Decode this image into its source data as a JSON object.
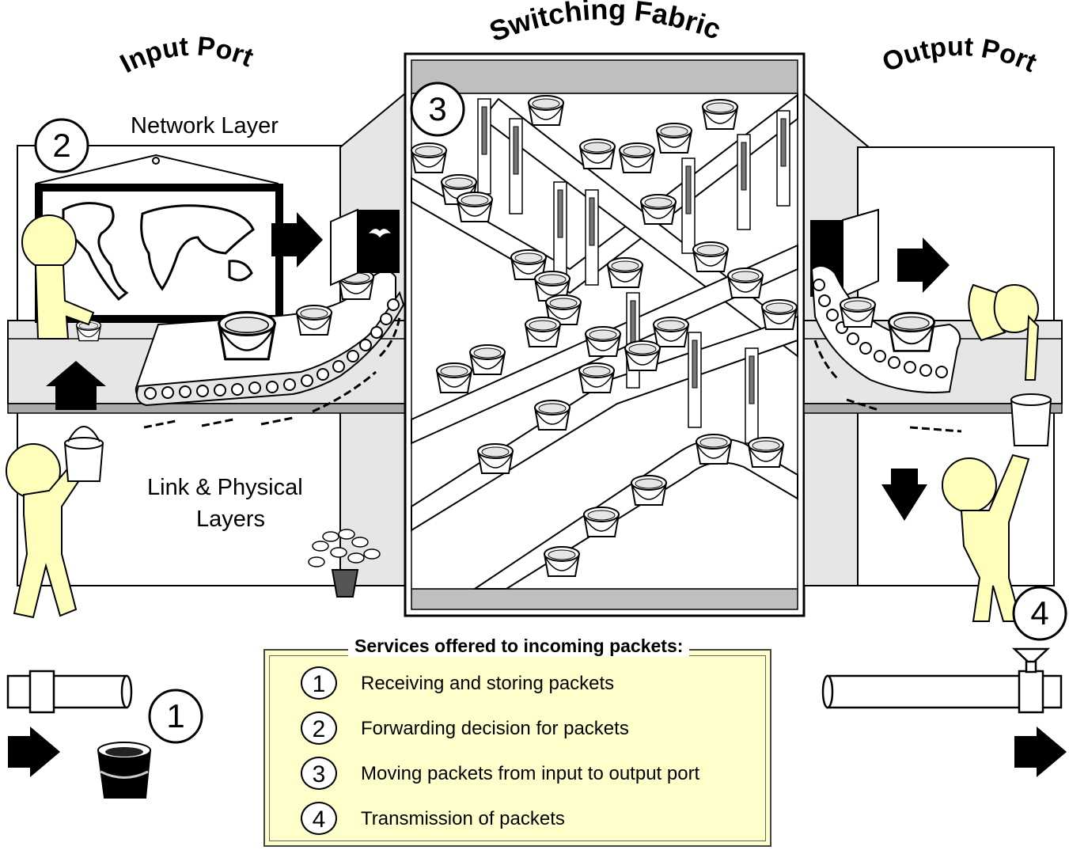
{
  "titles": {
    "input_port": "Input Port",
    "switching_fabric": "Switching Fabric",
    "output_port": "Output Port"
  },
  "labels": {
    "network_layer": "Network Layer",
    "link_physical_line1": "Link & Physical",
    "link_physical_line2": "Layers"
  },
  "markers": {
    "one": "1",
    "two": "2",
    "three": "3",
    "four": "4"
  },
  "legend": {
    "title": "Services offered to incoming packets:",
    "items": [
      {
        "num": "1",
        "text": "Receiving and storing packets"
      },
      {
        "num": "2",
        "text": "Forwarding decision for packets"
      },
      {
        "num": "3",
        "text": "Moving packets from input to output port"
      },
      {
        "num": "4",
        "text": "Transmission of packets"
      }
    ]
  },
  "colors": {
    "figure_fill": "#ffffbb",
    "legend_bg": "#ffffcc",
    "fabric_band": "#bfbfbf",
    "panel_gray": "#d9d9d9",
    "arrow_black": "#000000"
  },
  "icons": [
    "world-map-icon",
    "person-icon",
    "bucket-icon",
    "conveyor-belt-icon",
    "pipe-icon",
    "funnel-icon",
    "plant-icon",
    "arrow-right-icon",
    "arrow-up-icon",
    "arrow-down-icon",
    "bat-icon"
  ]
}
